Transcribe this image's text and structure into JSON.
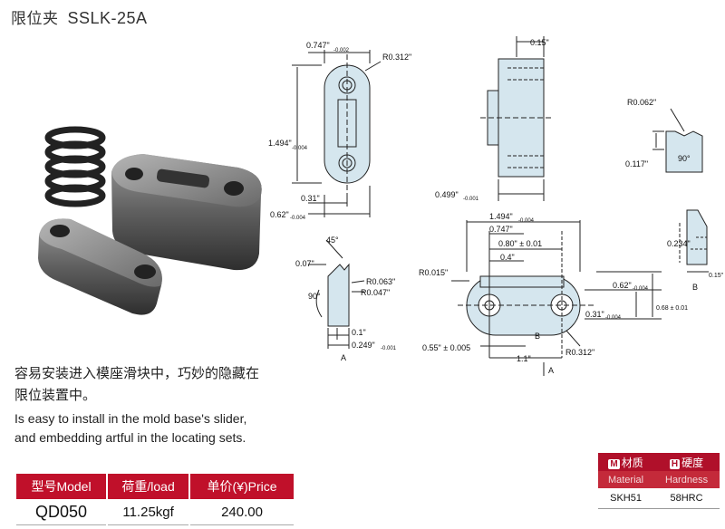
{
  "title": {
    "name_cn": "限位夹",
    "code": "SSLK-25A"
  },
  "description": {
    "cn_line1": "容易安装进入模座滑块中，巧妙的隐藏在",
    "cn_line2": "限位装置中。",
    "en_line1": "Is easy to install in the mold base's slider,",
    "en_line2": "and embedding artful in the locating sets."
  },
  "spec_table": {
    "headers": [
      "型号Model",
      "荷重/load",
      "单价(¥)Price"
    ],
    "row": {
      "model": "QD050",
      "load": "11.25kgf",
      "price": "240.00"
    }
  },
  "material_table": {
    "material_cn": "材质",
    "material_badge": "M",
    "material_en": "Material",
    "material_value": "SKH51",
    "hardness_cn": "硬度",
    "hardness_badge": "H",
    "hardness_en": "Hardness",
    "hardness_value": "58HRC"
  },
  "drawing": {
    "d1_width": "0.747\"",
    "d1_width_tol": "-0.002",
    "d1_r": "R0.312\"",
    "d1_len": "1.494\"",
    "d1_len_tol": "-0.004",
    "d1_031": "0.31\"",
    "d1_062": "0.62\"",
    "d1_062_tol": "-0.004",
    "d2_015": "0.15\"",
    "d2_0499": "0.499\"",
    "d2_0499_tol": "-0.001",
    "d3_r": "R0.062\"",
    "d3_0117": "0.117\"",
    "d3_angle": "90°",
    "d4_45": "45°",
    "d4_007": "0.07\"",
    "d4_90": "90°",
    "d4_r1": "R0.063\"",
    "d4_r2": "R0.047\"",
    "d4_01": "0.1\"",
    "d4_0249": "0.249\"",
    "d4_0249_tol": "-0.001",
    "d4_a": "A",
    "d5_1494": "1.494\"",
    "d5_1494_tol": "-0.004",
    "d5_0747": "0.747\"",
    "d5_080": "0.80\" ± 0.01",
    "d5_04": "0.4\"",
    "d5_r015": "R0.015\"",
    "d5_062": "0.62\"",
    "d5_062_tol": "-0.004",
    "d5_068": "0.68 ± 0.01",
    "d5_031": "0.31\"",
    "d5_031_tol": "-0.004",
    "d5_055": "0.55\" ± 0.005",
    "d5_11": "1.1\"",
    "d5_r312": "R0.312\"",
    "d5_b": "B",
    "d5_a": "A",
    "d6_0234": "0.234\"",
    "d6_015": "0.15\"",
    "d6_b": "B"
  }
}
